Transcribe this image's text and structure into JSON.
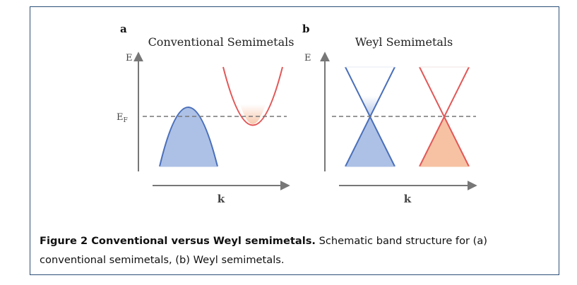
{
  "panel_a": {
    "letter": "a",
    "title": "Conventional Semimetals",
    "y_axis_label": "E",
    "fermi_label_main": "E",
    "fermi_label_sub": "F",
    "x_axis_label": "k"
  },
  "panel_b": {
    "letter": "b",
    "title": "Weyl Semimetals",
    "y_axis_label": "E",
    "x_axis_label": "k"
  },
  "caption": {
    "lead": "Figure 2  Conventional versus Weyl semimetals.",
    "body": " Schematic band structure for (a) conventional semimetals, (b) Weyl semimetals."
  },
  "colors": {
    "frame": "#2c4f78",
    "blue_band": "#4a6fba",
    "blue_fill": "#adc1e6",
    "red_band": "#e25757",
    "red_fill": "#f6c2a3",
    "axis": "#777777",
    "fermi_line": "#777777"
  }
}
